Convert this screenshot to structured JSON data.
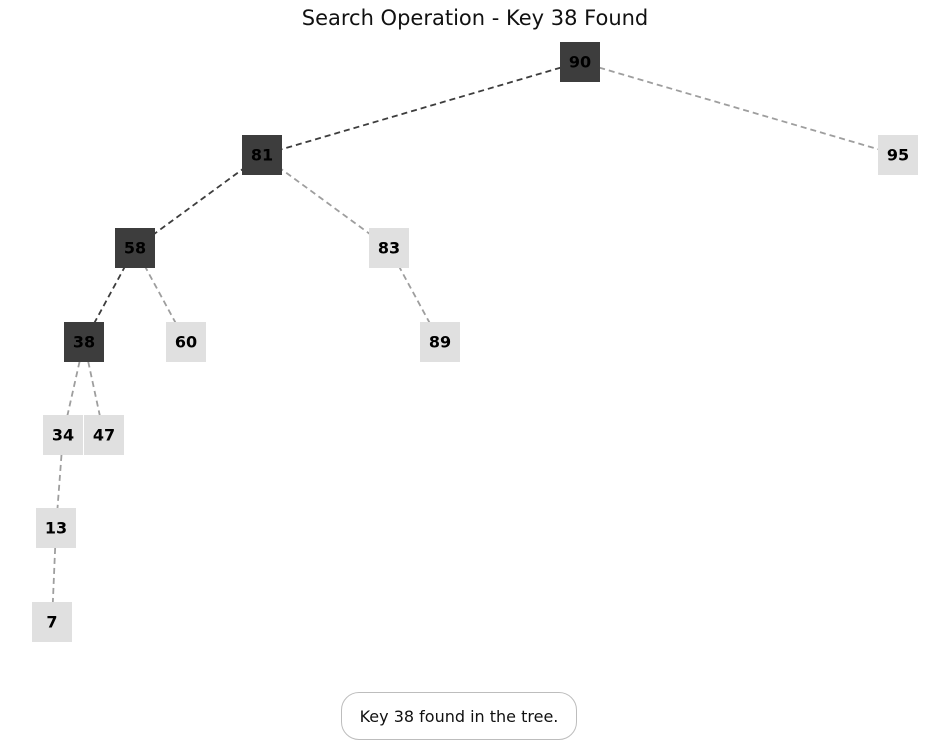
{
  "title": "Search Operation - Key 38 Found",
  "status_message": "Key 38 found in the tree.",
  "colors": {
    "path_node": "#3d3d3d",
    "other_node": "#e0e0e0",
    "path_edge": "#3d3d3d",
    "other_edge": "#9e9e9e",
    "label": "#000000"
  },
  "tree": {
    "nodes": [
      {
        "id": "90",
        "label": "90",
        "on_path": true
      },
      {
        "id": "81",
        "label": "81",
        "on_path": true
      },
      {
        "id": "95",
        "label": "95",
        "on_path": false
      },
      {
        "id": "58",
        "label": "58",
        "on_path": true
      },
      {
        "id": "83",
        "label": "83",
        "on_path": false
      },
      {
        "id": "38",
        "label": "38",
        "on_path": true
      },
      {
        "id": "60",
        "label": "60",
        "on_path": false
      },
      {
        "id": "89",
        "label": "89",
        "on_path": false
      },
      {
        "id": "34",
        "label": "34",
        "on_path": false
      },
      {
        "id": "47",
        "label": "47",
        "on_path": false
      },
      {
        "id": "13",
        "label": "13",
        "on_path": false
      },
      {
        "id": "7",
        "label": "7",
        "on_path": false
      }
    ],
    "edges": [
      {
        "from": "90",
        "to": "81",
        "on_path": true
      },
      {
        "from": "90",
        "to": "95",
        "on_path": false
      },
      {
        "from": "81",
        "to": "58",
        "on_path": true
      },
      {
        "from": "81",
        "to": "83",
        "on_path": false
      },
      {
        "from": "58",
        "to": "38",
        "on_path": true
      },
      {
        "from": "58",
        "to": "60",
        "on_path": false
      },
      {
        "from": "83",
        "to": "89",
        "on_path": false
      },
      {
        "from": "38",
        "to": "34",
        "on_path": false
      },
      {
        "from": "38",
        "to": "47",
        "on_path": false
      },
      {
        "from": "34",
        "to": "13",
        "on_path": false
      },
      {
        "from": "13",
        "to": "7",
        "on_path": false
      }
    ]
  }
}
